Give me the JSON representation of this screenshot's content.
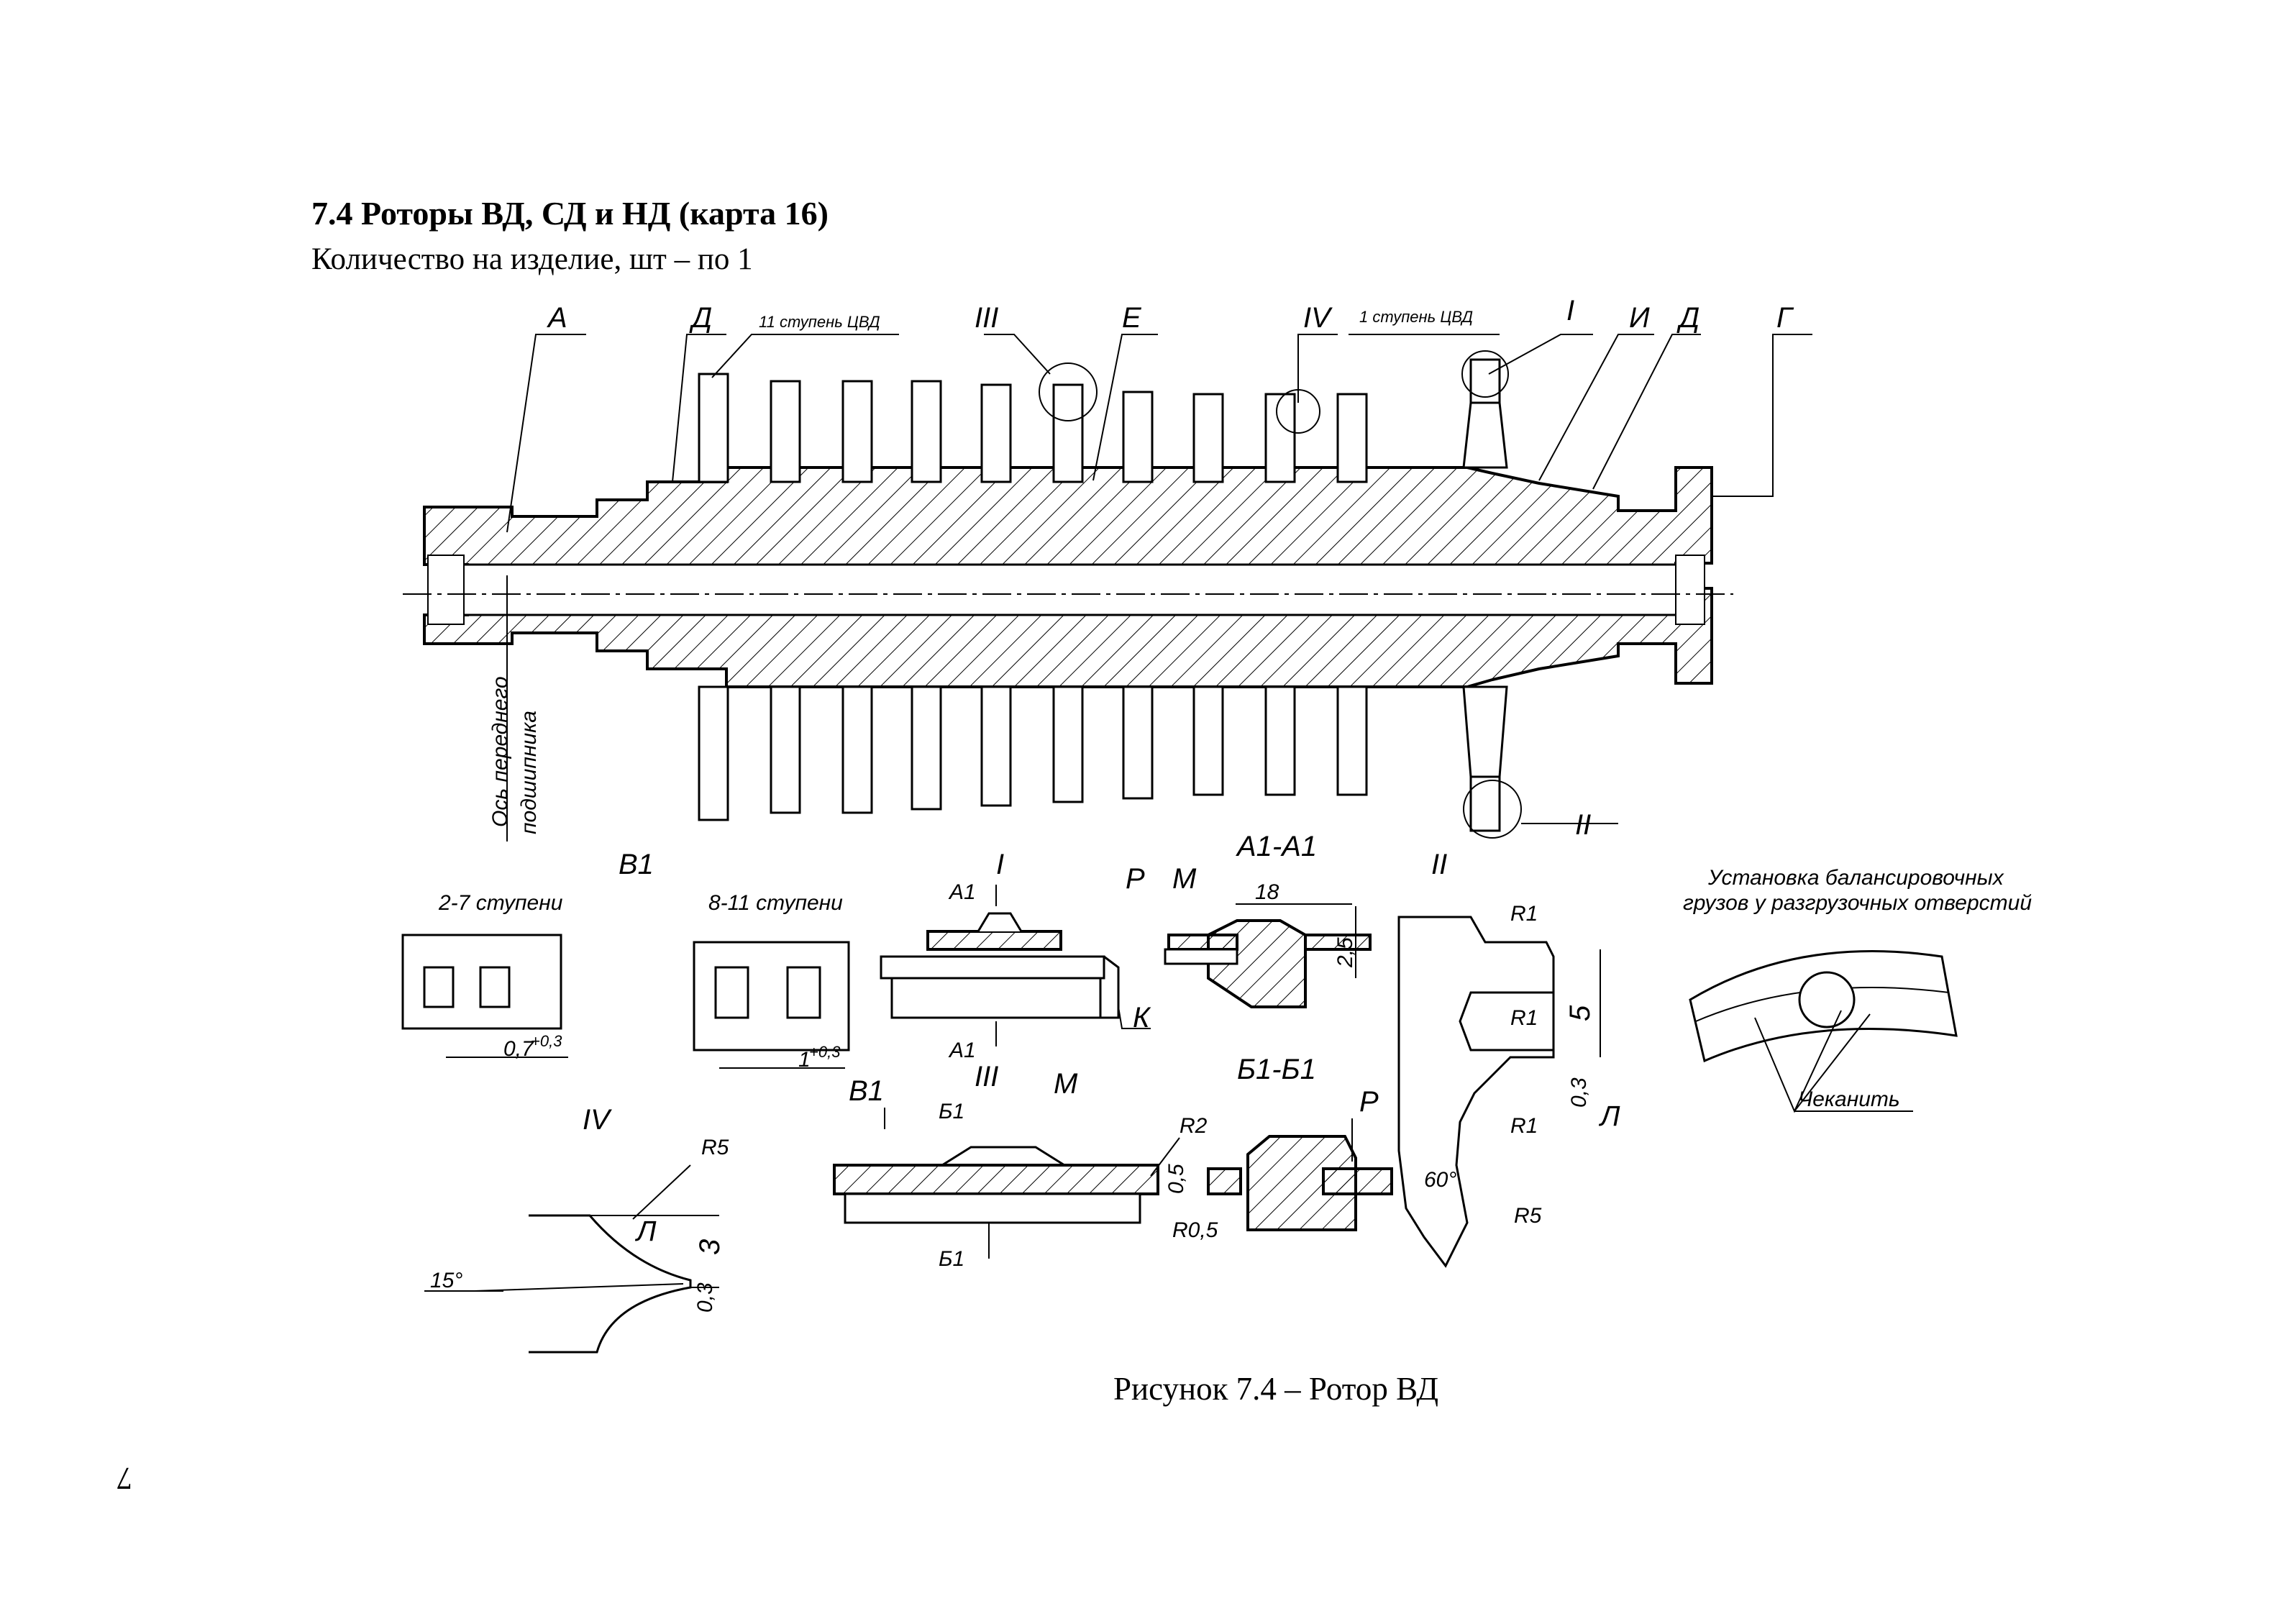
{
  "heading": "7.4 Роторы ВД, СД и НД (карта 16)",
  "subheading": "Количество на изделие, шт – по 1",
  "caption": "Рисунок 7.4 – Ротор ВД",
  "page_number": "7",
  "main_view": {
    "leaders": {
      "A": "А",
      "D1": "Д",
      "stage11": "11 ступень ЦВД",
      "III": "III",
      "E": "Е",
      "IV": "IV",
      "stage1": "1 ступень ЦВД",
      "I": "I",
      "I_cyr": "И",
      "D2": "Д",
      "G": "Г",
      "II": "II"
    },
    "bearing_axis_line1": "Ось переднего",
    "bearing_axis_line2": "подшипника"
  },
  "view_v1": {
    "title": "В1",
    "group1_label": "2-7 ступени",
    "group1_dim": "0,7",
    "group1_tol": "+0,3",
    "group2_label": "8-11 ступени",
    "group2_dim": "1",
    "group2_tol": "+0,3"
  },
  "detail_I": {
    "title": "I",
    "section_top": "А1",
    "section_bottom": "А1",
    "label_k": "К"
  },
  "section_a1": {
    "title": "А1-А1",
    "label_r": "Р",
    "label_m": "М",
    "dim_18": "18",
    "dim_25": "2,5"
  },
  "detail_II": {
    "title": "II",
    "r1_top": "R1",
    "r1_mid": "R1",
    "dim_5": "5",
    "dim_03": "0,3",
    "label_l": "Л",
    "r1_low": "R1",
    "angle": "60°",
    "r5": "R5"
  },
  "balance": {
    "title_line1": "Установка балансировочных",
    "title_line2": "грузов у разгрузочных отверстий",
    "label": "Чеканить"
  },
  "detail_IV": {
    "title": "IV",
    "r5": "R5",
    "label_l": "Л",
    "dim_3": "3",
    "angle": "15°",
    "dim_03": "0,3"
  },
  "detail_III": {
    "title": "III",
    "v1": "В1",
    "label_m": "М",
    "section_top": "Б1",
    "section_bottom": "Б1",
    "r2": "R2",
    "dim_05": "0,5",
    "r05": "R0,5"
  },
  "section_b1": {
    "title": "Б1-Б1",
    "label_r": "Р"
  }
}
